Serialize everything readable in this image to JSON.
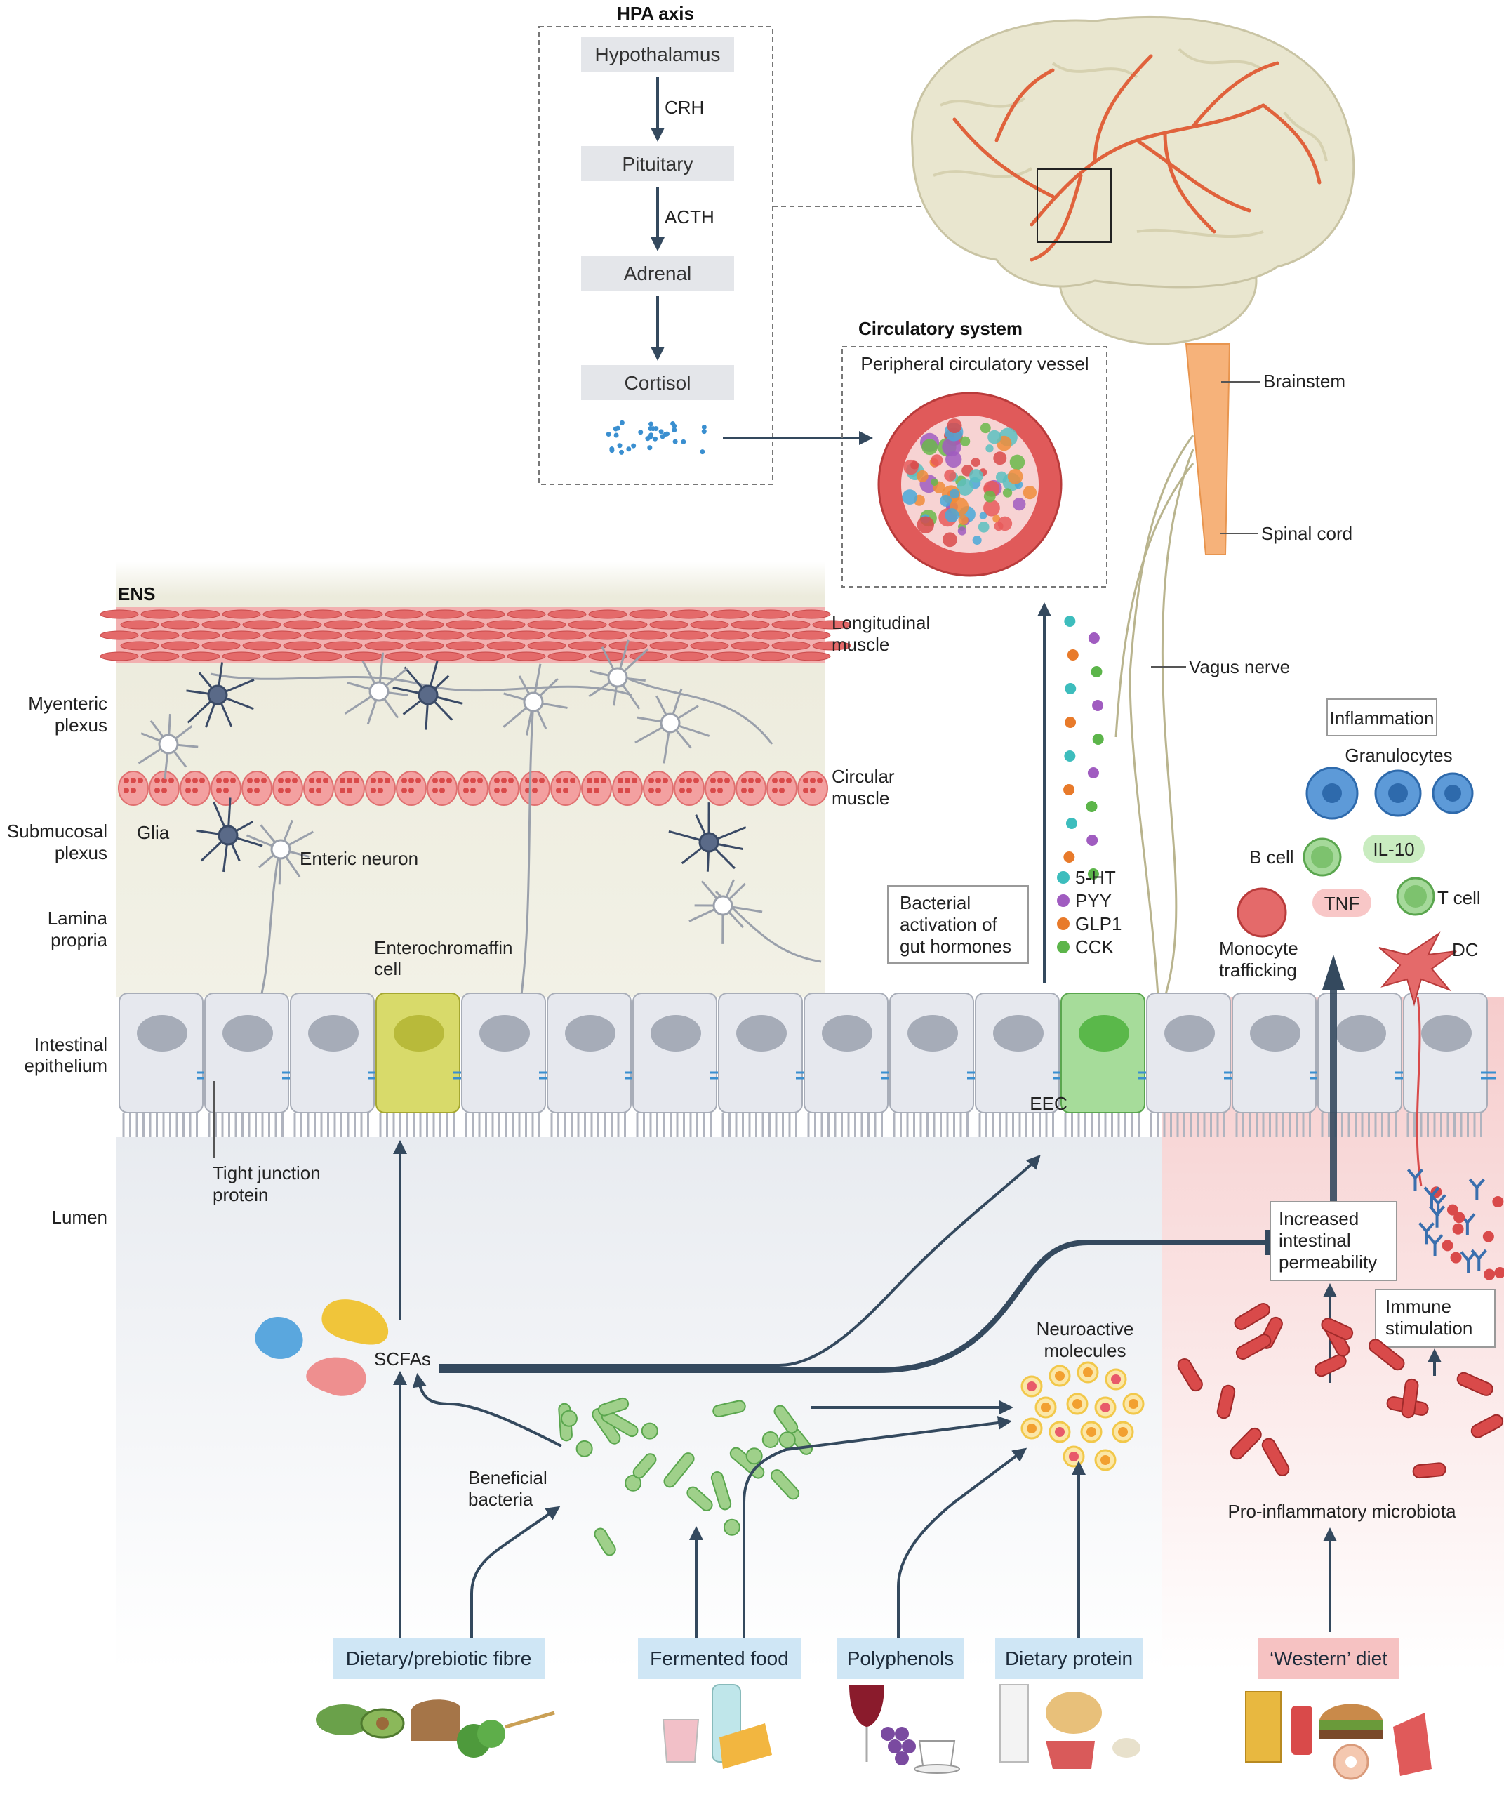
{
  "hpa": {
    "title": "HPA axis",
    "hypothalamus": "Hypothalamus",
    "crh": "CRH",
    "pituitary": "Pituitary",
    "acth": "ACTH",
    "adrenal": "Adrenal",
    "cortisol": "Cortisol"
  },
  "circulatory": {
    "title": "Circulatory system",
    "vessel": "Peripheral circulatory vessel"
  },
  "brain": {
    "brainstem": "Brainstem",
    "spinal_cord": "Spinal cord",
    "vagus_nerve": "Vagus nerve"
  },
  "ens": {
    "title": "ENS",
    "longitudinal_1": "Longitudinal",
    "longitudinal_2": "muscle",
    "myenteric_1": "Myenteric",
    "myenteric_2": "plexus",
    "circular_1": "Circular",
    "circular_2": "muscle",
    "submucosal_1": "Submucosal",
    "submucosal_2": "plexus",
    "glia": "Glia",
    "enteric_neuron": "Enteric neuron",
    "lamina_1": "Lamina",
    "lamina_2": "propria",
    "enterochromaffin_1": "Enterochromaffin",
    "enterochromaffin_2": "cell",
    "epithelium_1": "Intestinal",
    "epithelium_2": "epithelium",
    "tight_1": "Tight junction",
    "tight_2": "protein",
    "lumen": "Lumen",
    "eec": "EEC"
  },
  "hormones": {
    "box_1": "Bacterial",
    "box_2": "activation of",
    "box_3": "gut hormones",
    "legend": [
      {
        "label": "5-HT",
        "color": "#3dbdbd"
      },
      {
        "label": "PYY",
        "color": "#a05cc0"
      },
      {
        "label": "GLP1",
        "color": "#e87a2a"
      },
      {
        "label": "CCK",
        "color": "#5cb54a"
      }
    ]
  },
  "immune": {
    "inflammation": "Inflammation",
    "granulocytes": "Granulocytes",
    "b_cell": "B cell",
    "il10": "IL-10",
    "tnf": "TNF",
    "t_cell": "T cell",
    "monocyte_1": "Monocyte",
    "monocyte_2": "trafficking",
    "dc": "DC",
    "permeability_1": "Increased",
    "permeability_2": "intestinal",
    "permeability_3": "permeability",
    "immune_1": "Immune",
    "immune_2": "stimulation",
    "pro_inflammatory": "Pro-inflammatory microbiota"
  },
  "lumen": {
    "scfas": "SCFAs",
    "beneficial_1": "Beneficial",
    "beneficial_2": "bacteria",
    "neuroactive_1": "Neuroactive",
    "neuroactive_2": "molecules"
  },
  "diet": {
    "fibre": "Dietary/prebiotic fibre",
    "fermented": "Fermented food",
    "polyphenols": "Polyphenols",
    "protein": "Dietary protein",
    "western": "‘Western’ diet"
  }
}
